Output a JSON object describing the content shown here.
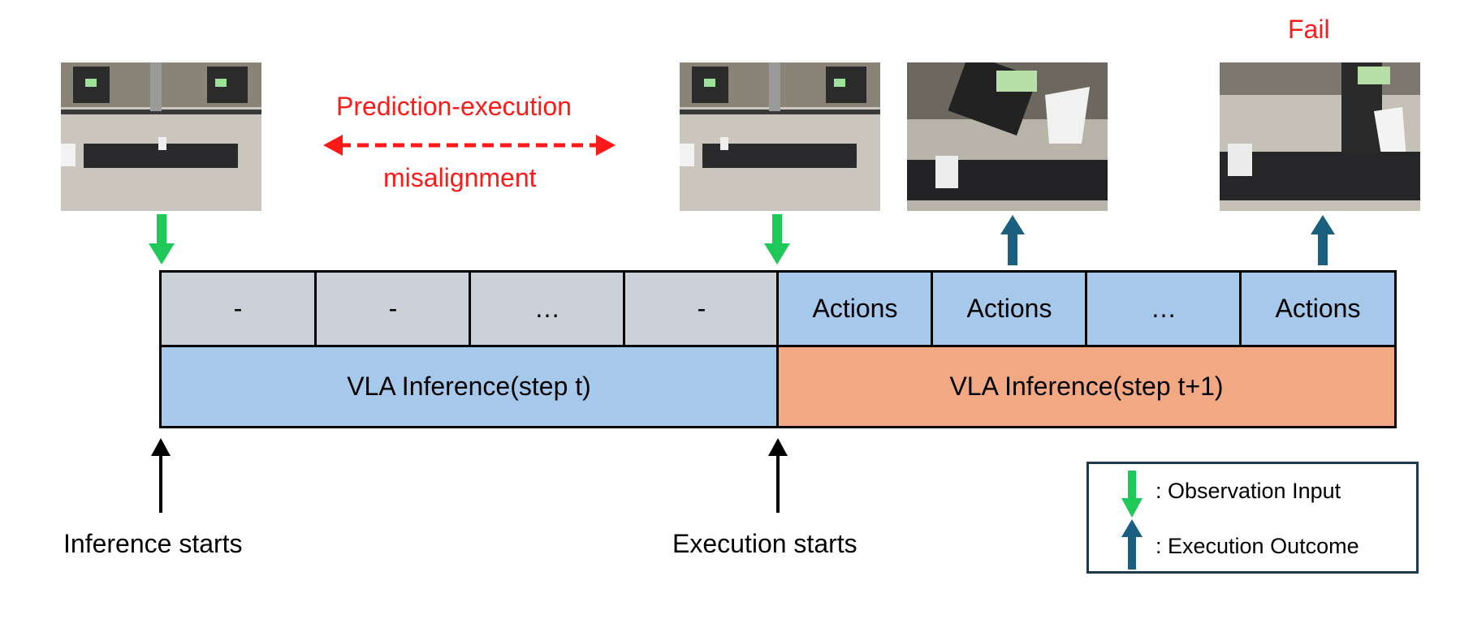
{
  "annotation": {
    "fail_label": "Fail",
    "misalign_line1": "Prediction-execution",
    "misalign_line2": "misalignment"
  },
  "timeline": {
    "cells": [
      {
        "text": "-",
        "style": "grey"
      },
      {
        "text": "-",
        "style": "grey"
      },
      {
        "text": "…",
        "style": "grey"
      },
      {
        "text": "-",
        "style": "grey"
      },
      {
        "text": "Actions",
        "style": "blue"
      },
      {
        "text": "Actions",
        "style": "blue"
      },
      {
        "text": "…",
        "style": "blue"
      },
      {
        "text": "Actions",
        "style": "blue"
      }
    ],
    "inference_step_t": "VLA Inference(step t)",
    "inference_step_t1": "VLA Inference(step t+1)"
  },
  "markers": {
    "inference_starts": "Inference starts",
    "execution_starts": "Execution starts"
  },
  "legend": {
    "observation_label": ": Observation Input",
    "execution_label": ": Execution Outcome"
  },
  "colors": {
    "observation_arrow": "#1ec95a",
    "execution_arrow": "#1b5f80",
    "misalign_arrow": "#ff1a1a",
    "grey_cell": "#ccd0d8",
    "blue_cell": "#a6c8ea",
    "orange_bar": "#f1a883"
  }
}
